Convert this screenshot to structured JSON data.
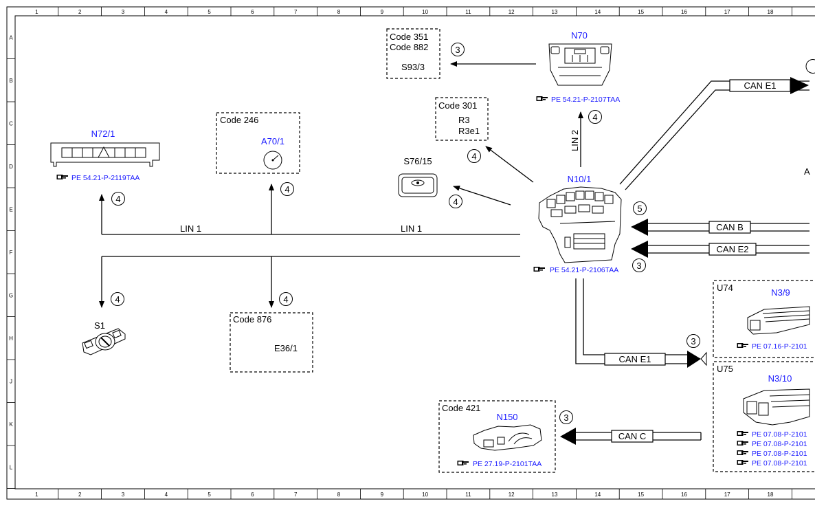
{
  "grid": {
    "columns": [
      "1",
      "2",
      "3",
      "4",
      "5",
      "6",
      "7",
      "8",
      "9",
      "10",
      "11",
      "12",
      "13",
      "14",
      "15",
      "16",
      "17",
      "18"
    ],
    "rows": [
      "A",
      "B",
      "C",
      "D",
      "E",
      "F",
      "G",
      "H",
      "J",
      "K",
      "L"
    ]
  },
  "components": {
    "n72_1": {
      "name": "N72/1",
      "ref": "PE 54.21-P-2119TAA"
    },
    "a70_1": {
      "code": "Code 246",
      "name": "A70/1"
    },
    "s76_15": {
      "name": "S76/15"
    },
    "code301": {
      "code": "Code 301",
      "line1": "R3",
      "line2": "R3e1"
    },
    "code351": {
      "code1": "Code 351",
      "code2": "Code 882",
      "name": "S93/3"
    },
    "n70": {
      "name": "N70",
      "ref": "PE 54.21-P-2107TAA"
    },
    "n10_1": {
      "name": "N10/1",
      "ref": "PE 54.21-P-2106TAA"
    },
    "s1": {
      "name": "S1"
    },
    "code876": {
      "code": "Code 876",
      "name": "E36/1"
    },
    "n150": {
      "code": "Code 421",
      "name": "N150",
      "ref": "PE 27.19-P-2101TAA"
    },
    "u74": {
      "group": "U74",
      "name": "N3/9",
      "ref": "PE 07.16-P-2101"
    },
    "u75": {
      "group": "U75",
      "name": "N3/10",
      "refs": [
        "PE 07.08-P-2101",
        "PE 07.08-P-2101",
        "PE 07.08-P-2101",
        "PE 07.08-P-2101"
      ]
    }
  },
  "buses": {
    "lin1_left": "LIN 1",
    "lin1_right": "LIN 1",
    "lin2": "LIN 2",
    "can_e1_top": "CAN E1",
    "can_b": "CAN B",
    "can_e2": "CAN E2",
    "can_e1_bottom": "CAN E1",
    "can_c": "CAN C"
  },
  "circles": {
    "c1": "3",
    "c2": "4",
    "c3": "4",
    "c4": "4",
    "c5": "4",
    "c6": "4",
    "c7": "4",
    "c8": "4",
    "c9": "5",
    "c10": "3",
    "c11": "3",
    "c12": "3"
  },
  "edge_text": {
    "right_a": "A"
  }
}
